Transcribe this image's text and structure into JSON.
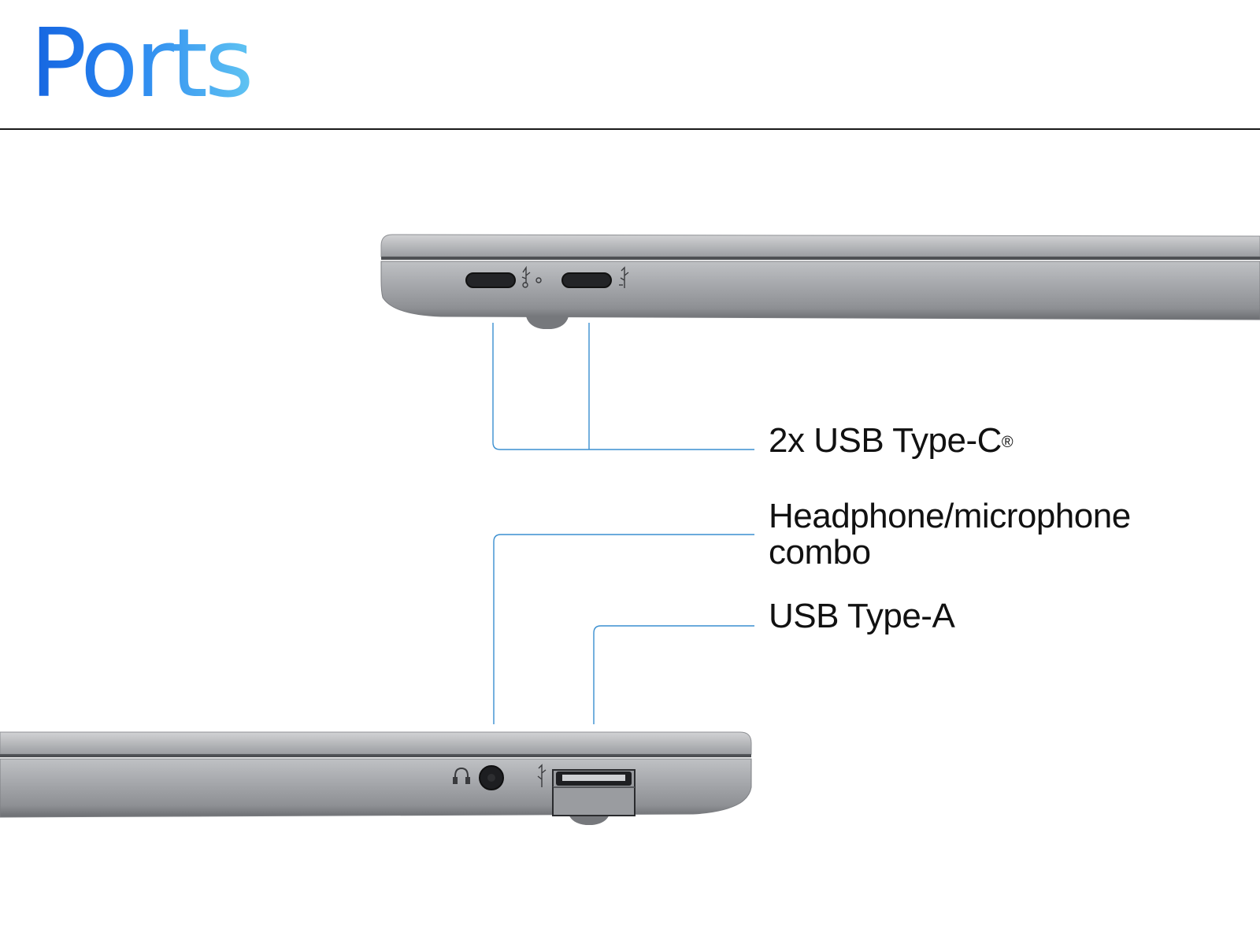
{
  "page": {
    "title": "Ports",
    "title_gradient": [
      "#1565e0",
      "#5fc3f2"
    ],
    "divider_color": "#1a1a1a",
    "callout_color": "#3a8fd0"
  },
  "callouts": {
    "usb_c": {
      "label": "2x USB Type-C",
      "mark": "®"
    },
    "audio": {
      "line1": "Headphone/microphone",
      "line2": "combo"
    },
    "usb_a": {
      "label": "USB Type-A"
    }
  },
  "icons": {
    "usb_c_40": "thunderbolt-40-usb-icon",
    "usb_c_10": "superspeed-10-usb-icon",
    "headphone": "headphone-icon",
    "usb_a": "superspeed-5-usb-icon"
  }
}
